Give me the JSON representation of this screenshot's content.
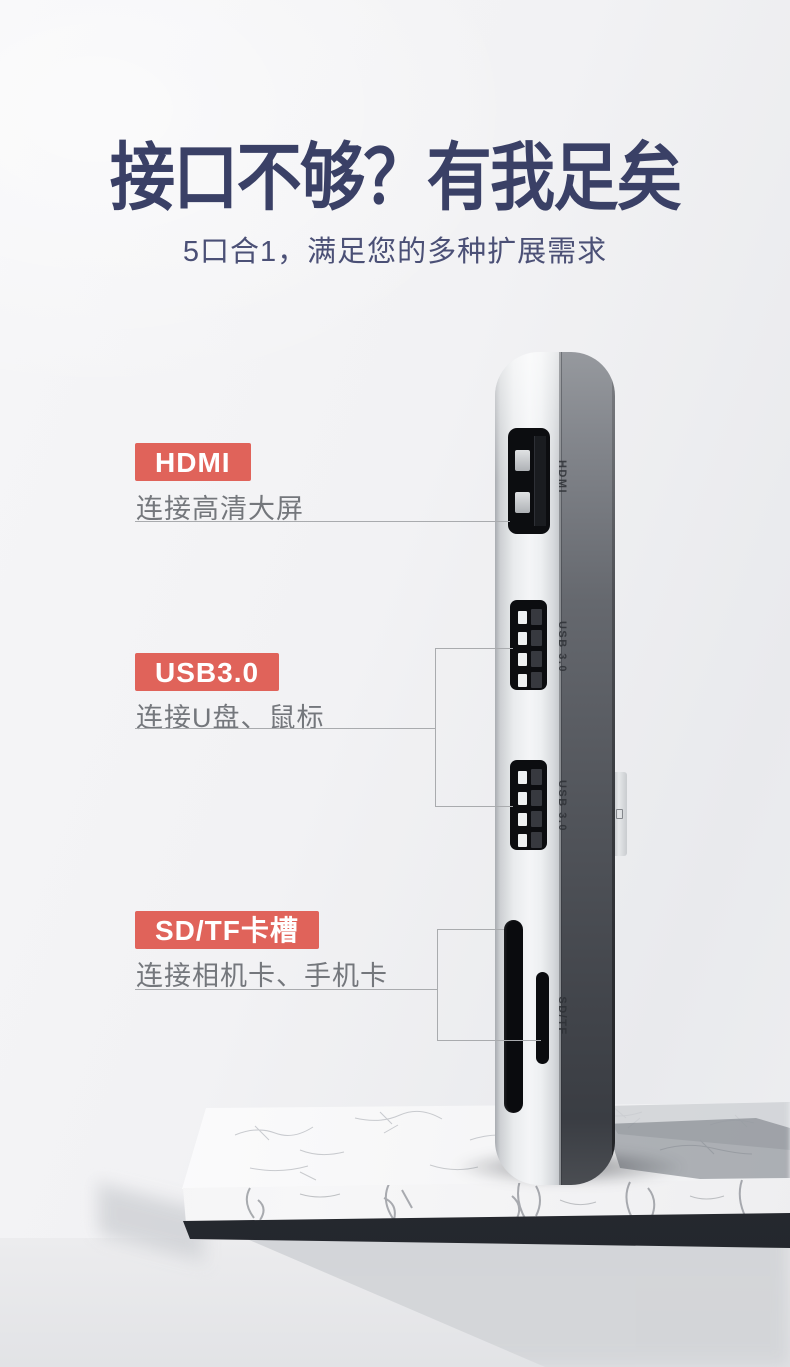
{
  "page": {
    "title": "接口不够？有我足矣",
    "subtitle": "5口合1，满足您的多种扩展需求"
  },
  "callouts": [
    {
      "tag": "HDMI",
      "description": "连接高清大屏"
    },
    {
      "tag": "USB3.0",
      "description": "连接U盘、鼠标"
    },
    {
      "tag": "SD/TF卡槽",
      "description": "连接相机卡、手机卡"
    }
  ],
  "device": {
    "port_labels": [
      "HDMI",
      "USB 3.0",
      "USB 3.0",
      "SD/TF"
    ]
  },
  "colors": {
    "headline": "#3A4066",
    "subtitle": "#4B5076",
    "tag_background": "#E0635A",
    "tag_text": "#FFFFFF",
    "description_text": "#74777C",
    "leader_line": "#A9ABAE",
    "background": "#F2F3F5",
    "device_side": "#4A4D53",
    "port_black": "#0C0D10"
  }
}
